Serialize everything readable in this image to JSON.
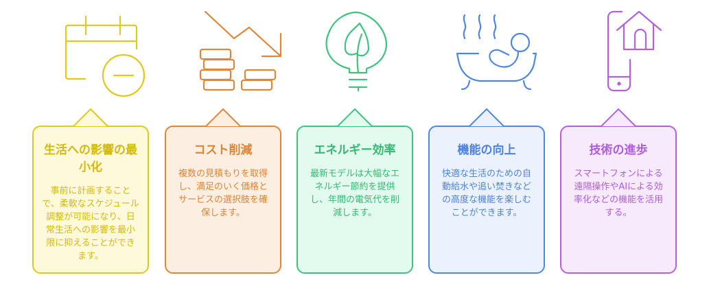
{
  "items": [
    {
      "icon": "calendar-minus-icon",
      "title": "生活への影響の最小化",
      "description": "事前に計画することで、柔軟なスケジュール調整が可能になり、日常生活への影響を最小限に抑えることができます。",
      "colors": {
        "stroke": "#e2c81b",
        "fill": "#fef9da",
        "text": "#d4b90f"
      }
    },
    {
      "icon": "cost-down-coins-icon",
      "title": "コスト削減",
      "description": "複数の見積もりを取得し、満足のいく価格とサービスの選択肢を確保します。",
      "colors": {
        "stroke": "#e08636",
        "fill": "#fdeee2",
        "text": "#dd8432"
      }
    },
    {
      "icon": "eco-lightbulb-icon",
      "title": "エネルギー効率",
      "description": "最新モデルは大幅なエネルギー節約を提供し、年間の電気代を削減します。",
      "colors": {
        "stroke": "#3cc47f",
        "fill": "#e3fbef",
        "text": "#35b873"
      }
    },
    {
      "icon": "bathtub-icon",
      "title": "機能の向上",
      "description": "快適な生活のための自動給水や追い焚きなどの高度な機能を楽しむことができます。",
      "colors": {
        "stroke": "#4f86e1",
        "fill": "#ebf2fd",
        "text": "#4c82dd"
      }
    },
    {
      "icon": "smart-home-phone-icon",
      "title": "技術の進歩",
      "description": "スマートフォンによる遠隔操作やAIによる効率化などの機能を活用する。",
      "colors": {
        "stroke": "#b360e0",
        "fill": "#f7eafd",
        "text": "#ae5cdb"
      }
    }
  ]
}
